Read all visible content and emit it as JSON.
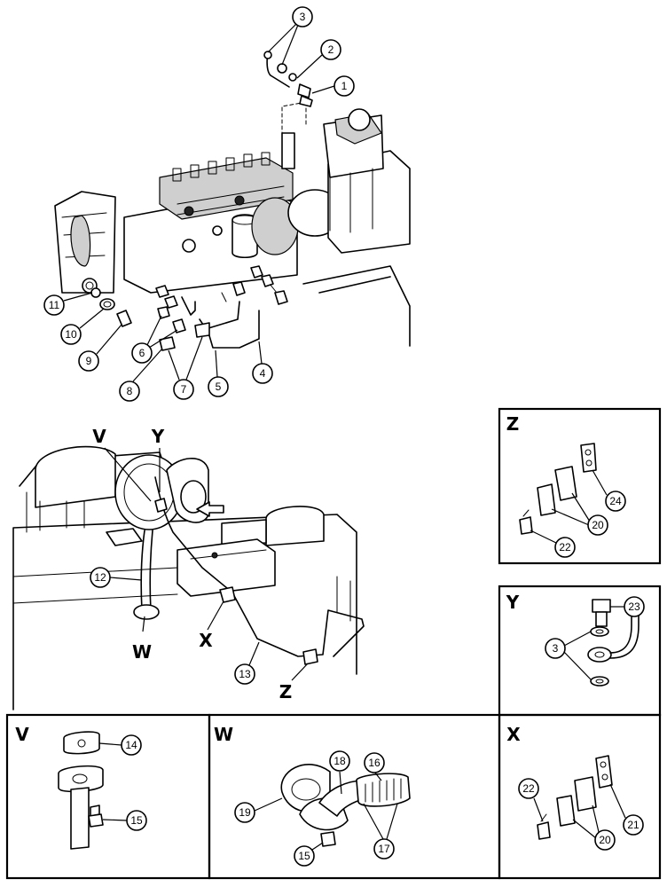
{
  "callouts": {
    "c1": "1",
    "c2": "2",
    "c3": "3",
    "c4": "4",
    "c5": "5",
    "c6": "6",
    "c7": "7",
    "c8": "8",
    "c9": "9",
    "c10": "10",
    "c11": "11",
    "c12": "12",
    "c13": "13",
    "c14": "14",
    "c15": "15",
    "c15b": "15",
    "c16": "16",
    "c17": "17",
    "c18": "18",
    "c19": "19",
    "c20": "20",
    "c20b": "20",
    "c21": "21",
    "c22": "22",
    "c22b": "22",
    "c23": "23",
    "c24": "24",
    "c3b": "3"
  },
  "view_labels": {
    "v_main": "V",
    "y_main": "Y",
    "w_main": "W",
    "x_main": "X",
    "z_main": "Z",
    "z_box": "Z",
    "y_box": "Y",
    "v_box": "V",
    "w_box": "W",
    "x_box": "X"
  }
}
